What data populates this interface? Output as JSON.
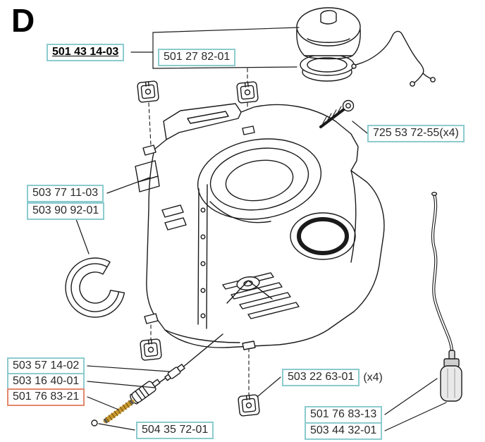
{
  "page": {
    "section_letter": "D",
    "background": "#ffffff"
  },
  "colors": {
    "label_border": "#8ccbce",
    "label_border_highlight": "#e2886c",
    "line_art": "#1a1a1a",
    "spring_gold": "#c9992e",
    "text": "#2a2a2a"
  },
  "labels": [
    {
      "text": "501 43 14-03",
      "emphasis": "bold-underline"
    },
    {
      "text": "501 27 82-01"
    },
    {
      "text": "725 53 72-55(x4)"
    },
    {
      "text": "503 77 11-03"
    },
    {
      "text": "503 90 92-01"
    },
    {
      "text": "503 57 14-02"
    },
    {
      "text": "503 16 40-01"
    },
    {
      "text": "501 76 83-21",
      "emphasis": "highlight-border"
    },
    {
      "text": "504 35 72-01"
    },
    {
      "text": "503 22 63-01",
      "qty": "(x4)"
    },
    {
      "text": "501 76 83-13"
    },
    {
      "text": "503 44 32-01"
    }
  ]
}
